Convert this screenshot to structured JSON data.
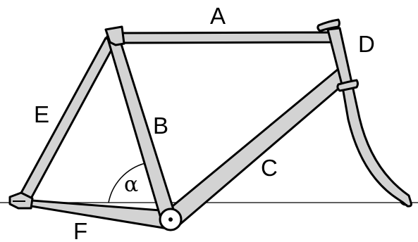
{
  "diagram": {
    "labels": {
      "top_tube": "A",
      "seat_tube": "B",
      "down_tube": "C",
      "head_tube": "D",
      "seat_stay": "E",
      "chain_stay": "F",
      "seat_tube_angle": "α"
    },
    "colors": {
      "tube_fill": "#d3d3d3",
      "outline": "#000000",
      "background": "#ffffff"
    }
  }
}
